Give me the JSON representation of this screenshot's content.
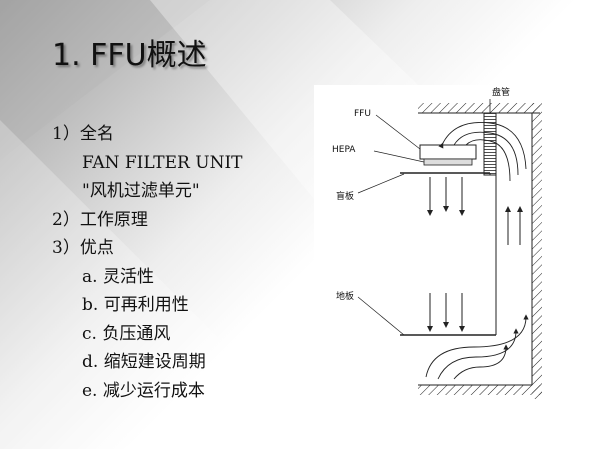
{
  "slide": {
    "title": "1. FFU概述",
    "outline": {
      "item1_label": "1）全名",
      "item1_english": "FAN FILTER UNIT",
      "item1_chinese": "\"风机过滤单元\"",
      "item2_label": "2）工作原理",
      "item3_label": "3）优点",
      "advantages": [
        "a. 灵活性",
        "b. 可再利用性",
        "c. 负压通风",
        "d. 缩短建设周期",
        "e. 减少运行成本"
      ]
    }
  },
  "diagram": {
    "labels": {
      "coil": "盘管",
      "ffu": "FFU",
      "hepa": "HEPA",
      "ceiling_panel": "盲板",
      "floor": "地板"
    }
  }
}
